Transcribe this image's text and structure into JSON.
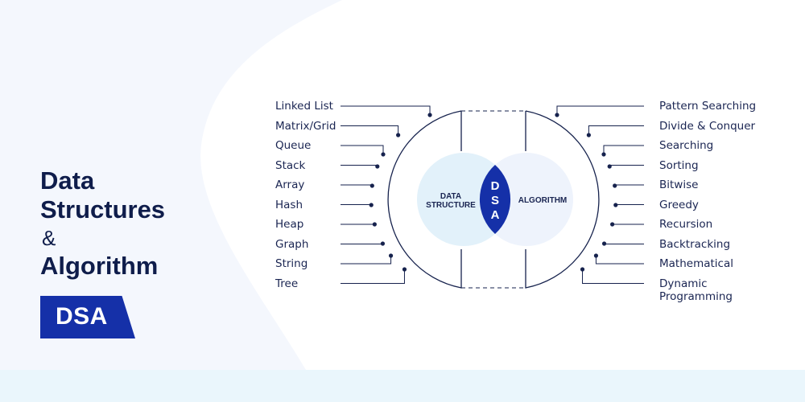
{
  "title": {
    "line1": "Data",
    "line2": "Structures",
    "amp": "&",
    "line3": "Algorithm"
  },
  "badge": "DSA",
  "center": {
    "left_label_1": "DATA",
    "left_label_2": "STRUCTURE",
    "right_label": "ALGORITHM",
    "letters": [
      "D",
      "S",
      "A"
    ]
  },
  "data_structures": [
    "Linked List",
    "Matrix/Grid",
    "Queue",
    "Stack",
    "Array",
    "Hash",
    "Heap",
    "Graph",
    "String",
    "Tree"
  ],
  "algorithms": [
    "Pattern Searching",
    "Divide & Conquer",
    "Searching",
    "Sorting",
    "Bitwise",
    "Greedy",
    "Recursion",
    "Backtracking",
    "Mathematical",
    "Dynamic\nProgramming"
  ],
  "colors": {
    "navy": "#0f1d4b",
    "brand_blue": "#1530a8",
    "line": "#16224d",
    "left_circle": "#e2f1fa",
    "right_circle": "#eef3fc",
    "page_bg": "#f4f7fd",
    "bottom_band": "#eaf6fc"
  }
}
